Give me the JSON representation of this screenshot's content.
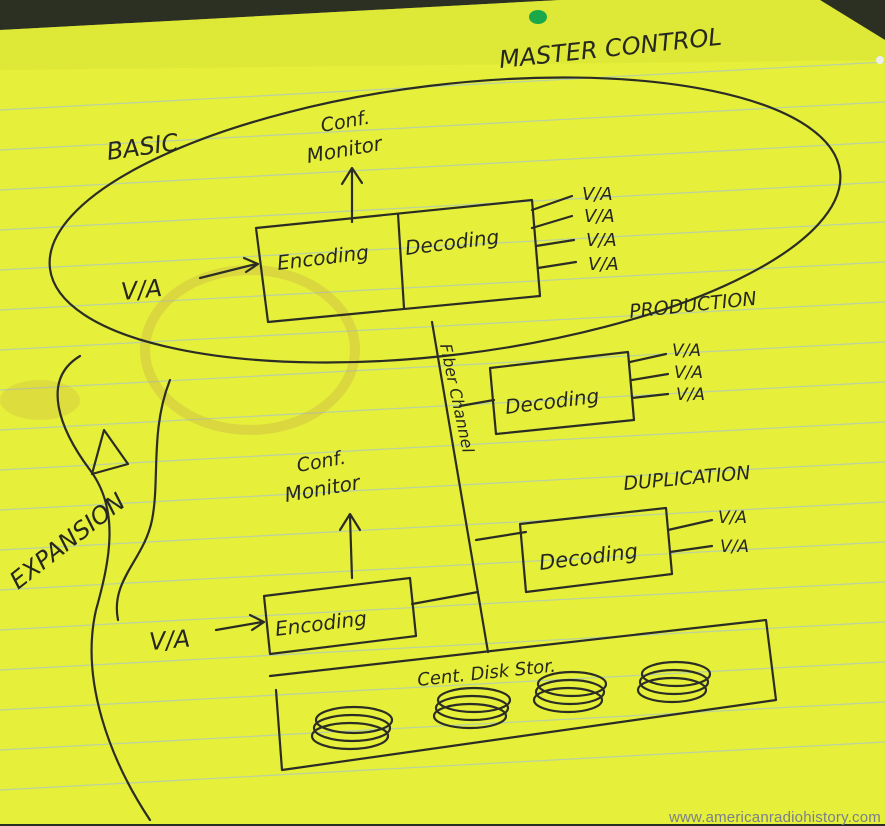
{
  "labels": {
    "master_control": "MASTER CONTROL",
    "basic": "BASIC",
    "conf_monitor_top_1": "Conf.",
    "conf_monitor_top_2": "Monitor",
    "encoding_top": "Encoding",
    "decoding_top": "Decoding",
    "va_input_top": "V/A",
    "va_outputs_master": [
      "V/A",
      "V/A",
      "V/A",
      "V/A"
    ],
    "production": "PRODUCTION",
    "decoding_production": "Decoding",
    "va_outputs_production": [
      "V/A",
      "V/A",
      "V/A"
    ],
    "fiber_channel": "Fiber Channel",
    "duplication": "DUPLICATION",
    "decoding_duplication": "Decoding",
    "va_outputs_duplication": [
      "V/A",
      "V/A"
    ],
    "conf_monitor_bottom_1": "Conf.",
    "conf_monitor_bottom_2": "Monitor",
    "encoding_bottom": "Encoding",
    "va_input_bottom": "V/A",
    "expansion": "EXPANSION",
    "central_disk_storage": "Cent. Disk Stor."
  },
  "watermark": "www.americanradiohistory.com",
  "colors": {
    "paper": "#e6ef3a",
    "paper_edge": "#cfd930",
    "rule_line": "#a9c7c9",
    "ink": "#2b2d25",
    "marker_green": "#1aa84a",
    "stain": "#b9a94a"
  }
}
